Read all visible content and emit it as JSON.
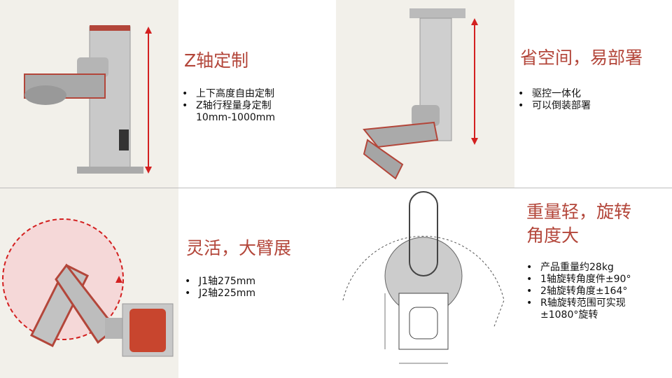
{
  "quadrants": [
    {
      "title": "Z轴定制",
      "bullets": [
        "上下高度自由定制",
        "Z轴行程量身定制",
        "10mm-1000mm"
      ]
    },
    {
      "title": "省空间，易部署",
      "bullets": [
        "驱控一体化",
        "可以倒装部署"
      ]
    },
    {
      "title": "灵活，大臂展",
      "bullets": [
        "J1轴275mm",
        "J2轴225mm"
      ]
    },
    {
      "title_line1": "重量轻，旋转",
      "title_line2": "角度大",
      "bullets": [
        "产品重量约28kg",
        "1轴旋转角度件±90°",
        "2轴旋转角度±164°",
        "R轴旋转范围可实现",
        "±1080°旋转"
      ]
    }
  ],
  "colors": {
    "accent": "#b3463a",
    "panel": "#f2f0ea"
  }
}
